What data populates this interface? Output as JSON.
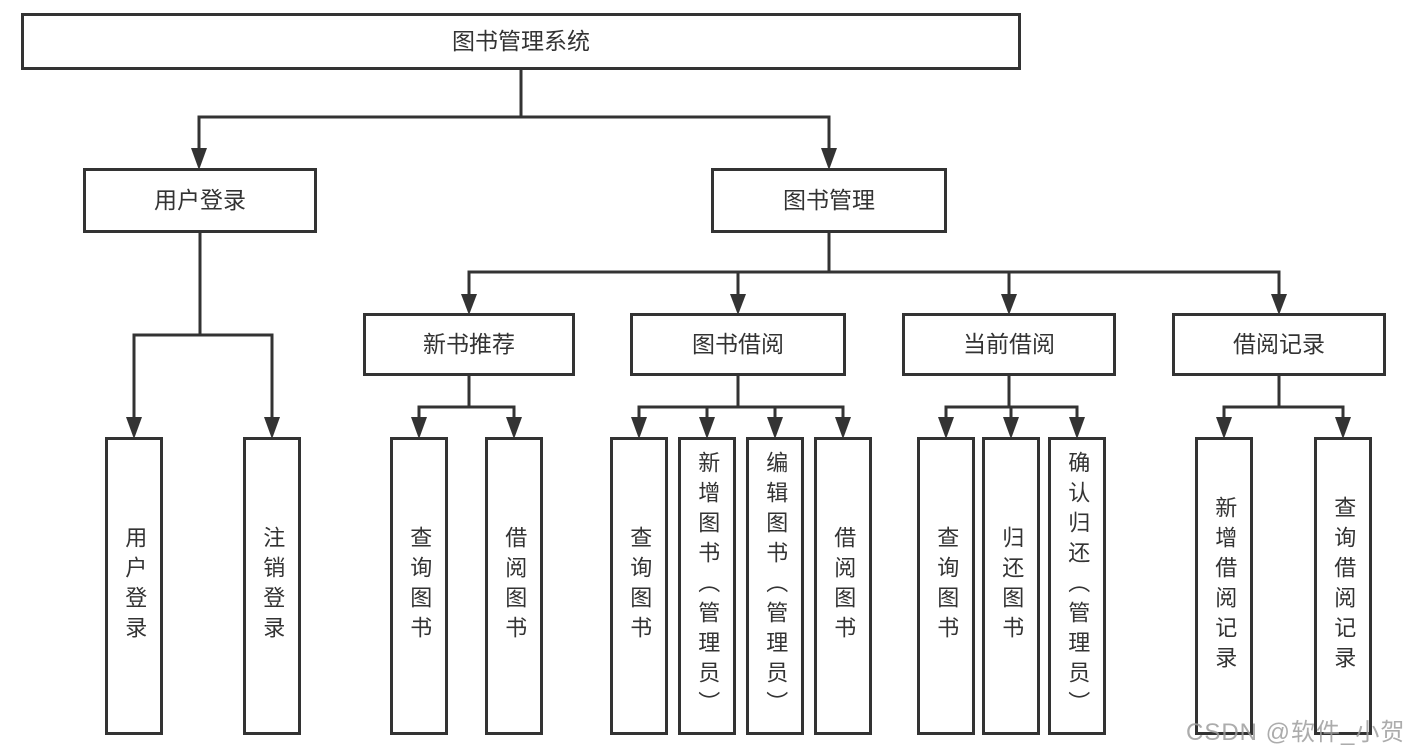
{
  "diagram": {
    "title": "图书管理系统",
    "level2": {
      "user_login": "用户登录",
      "book_management": "图书管理"
    },
    "level3": {
      "new_book": "新书推荐",
      "book_borrow": "图书借阅",
      "current_borrow": "当前借阅",
      "borrow_records": "借阅记录"
    },
    "leaves": {
      "user_login": [
        "用户登录",
        "注销登录"
      ],
      "new_book": [
        "查询图书",
        "借阅图书"
      ],
      "book_borrow": [
        "查询图书",
        "新增图书（管理员）",
        "编辑图书（管理员）",
        "借阅图书"
      ],
      "current_borrow": [
        "查询图书",
        "归还图书",
        "确认归还（管理员）"
      ],
      "borrow_records": [
        "新增借阅记录",
        "查询借阅记录"
      ]
    }
  },
  "watermark": {
    "text": "CSDN @软件_小贺同学"
  },
  "colors": {
    "line": "#333333",
    "node_border": "#333333",
    "node_text": "#333333",
    "watermark": "#9e9e9e",
    "background": "#ffffff"
  }
}
